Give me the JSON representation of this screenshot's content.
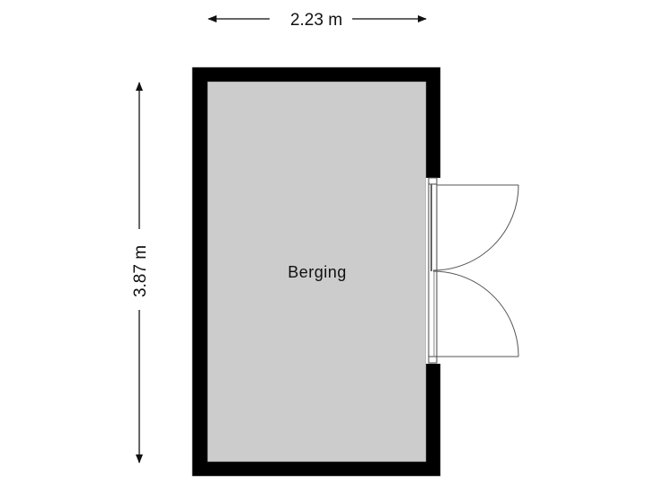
{
  "floorplan": {
    "room": {
      "label": "Berging",
      "floor_color": "#cccccc",
      "wall_color": "#000000"
    },
    "dimensions": {
      "width_label": "2.23 m",
      "height_label": "3.87 m"
    },
    "door": {
      "type": "double-door",
      "wall": "right"
    },
    "colors": {
      "background": "#ffffff",
      "dimension_line": "#333333",
      "door_line": "#555555"
    }
  }
}
